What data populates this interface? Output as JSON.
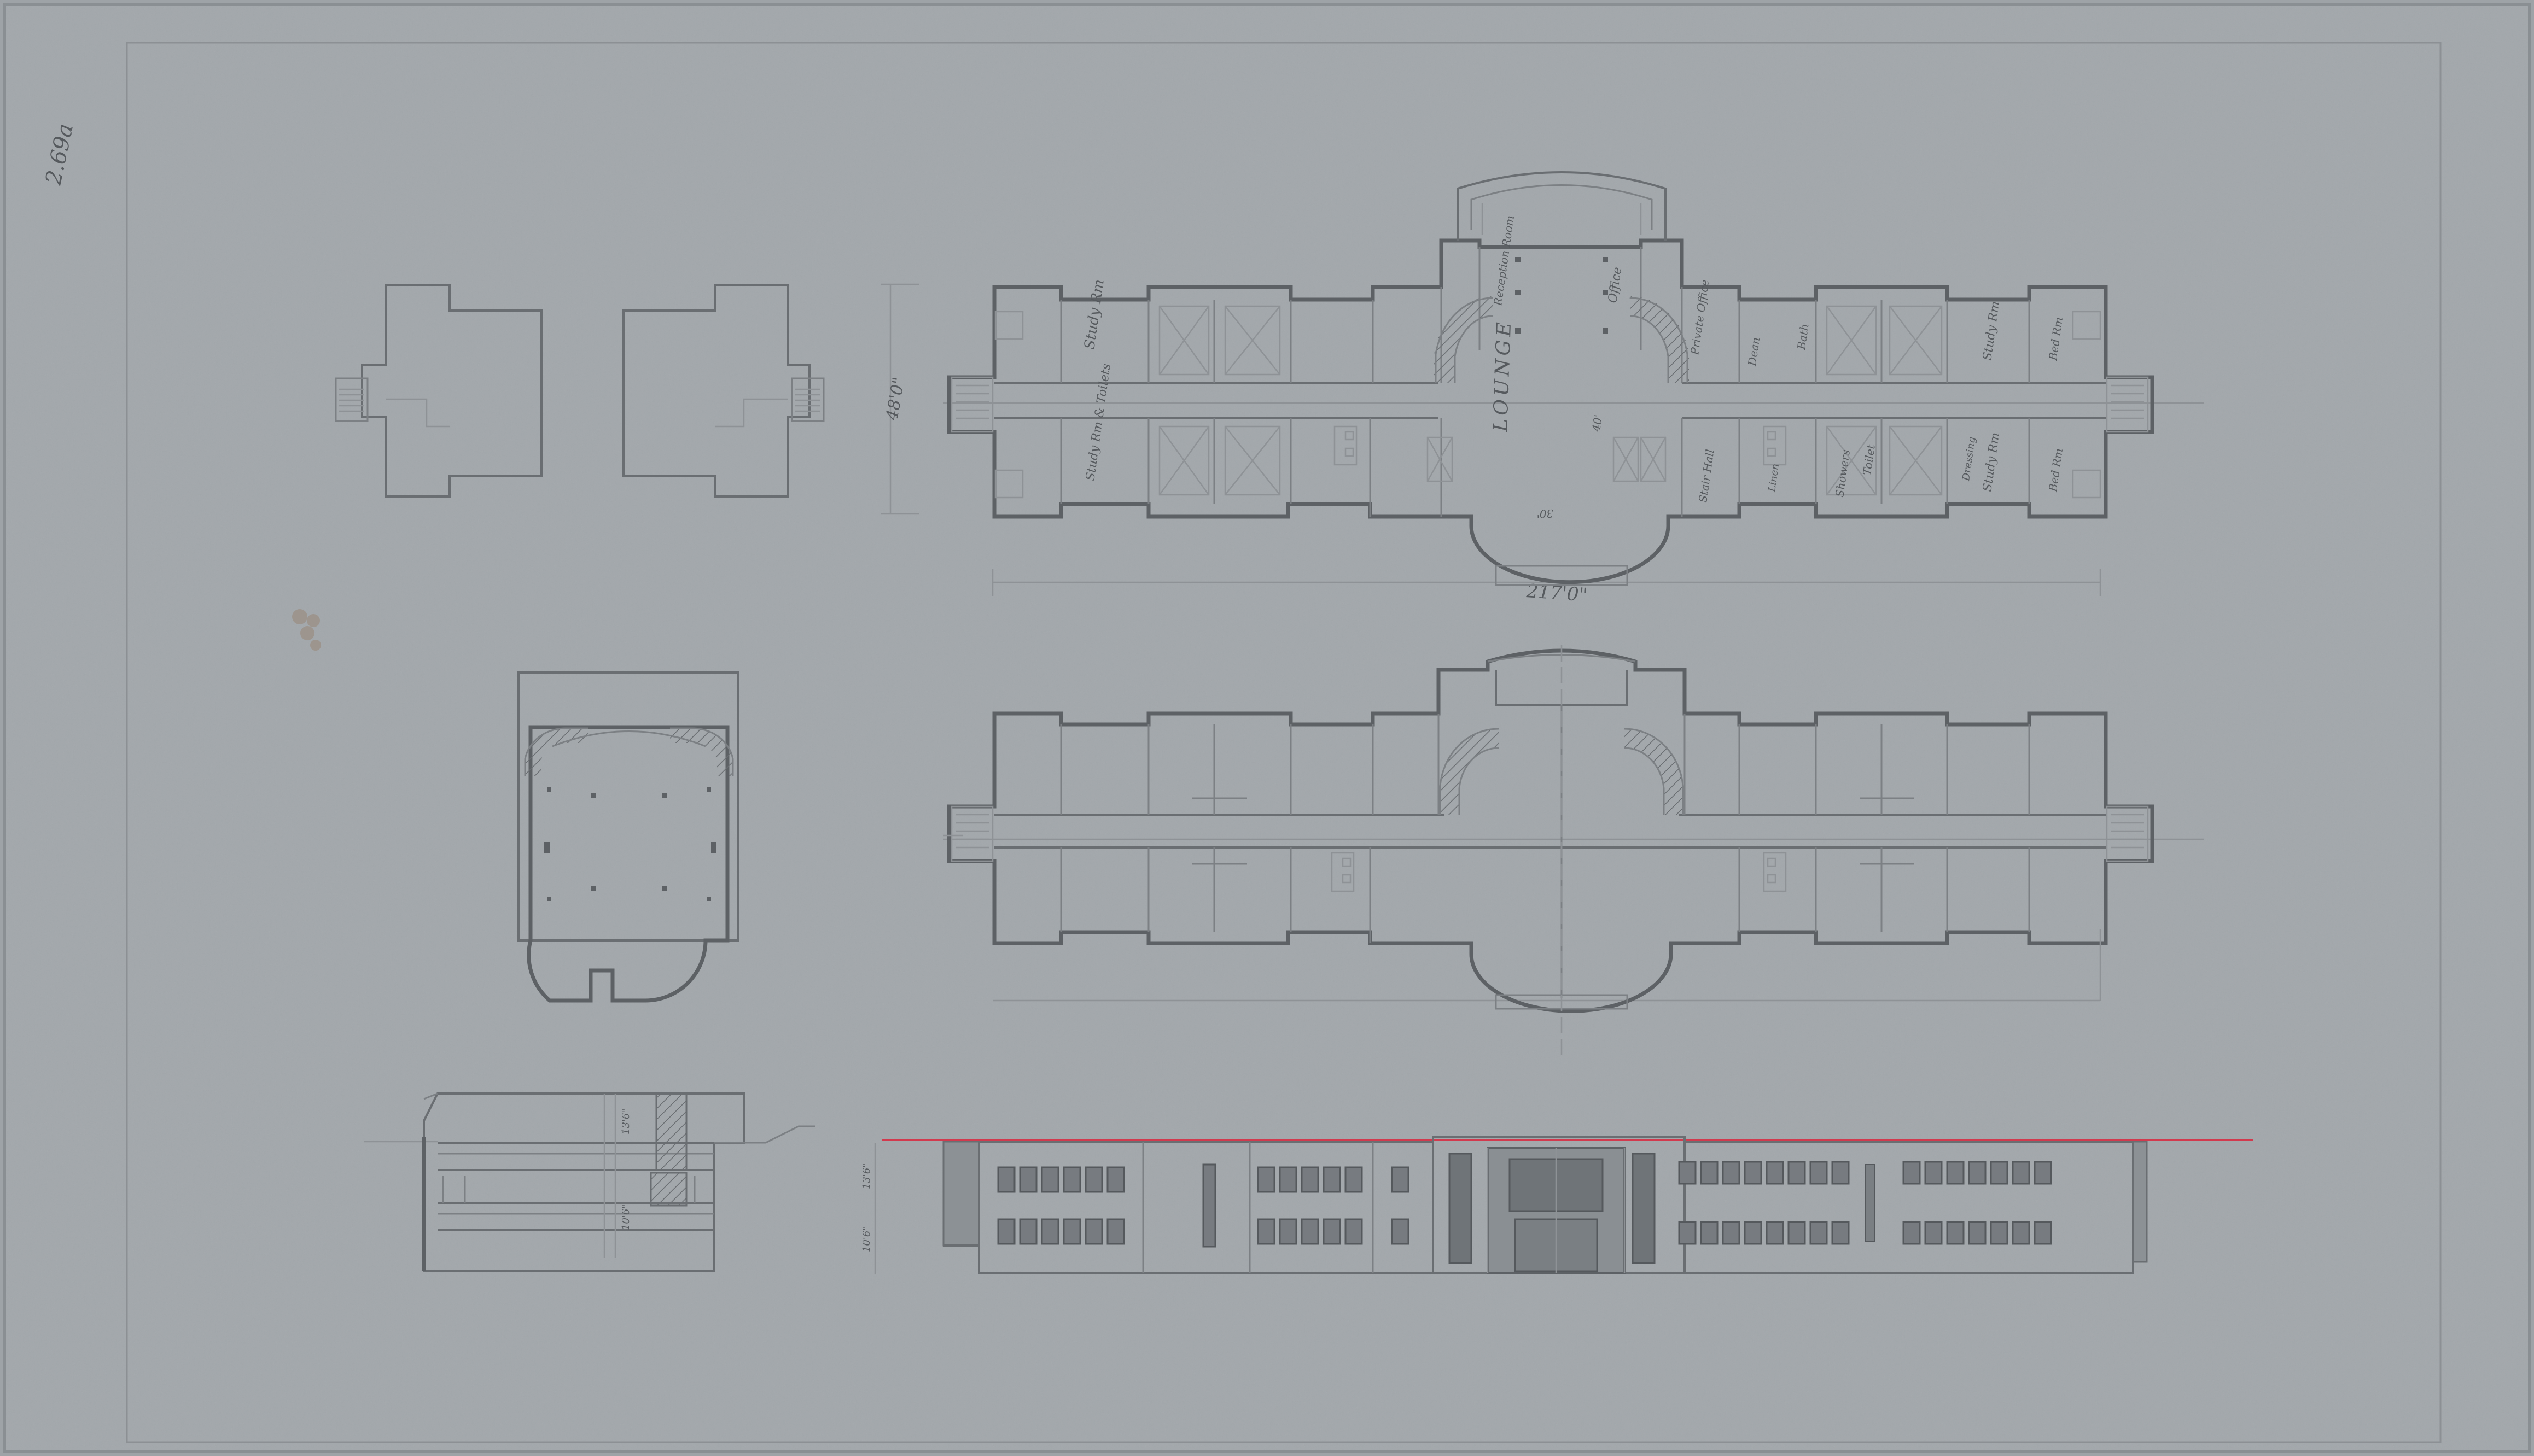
{
  "sheet": {
    "corner_note": "2.69a",
    "colors": {
      "paper": "#a2a7ab",
      "line": "#5d6165",
      "ground_line": "#d23a4e",
      "stain": "#9b8f84"
    }
  },
  "plan_first_floor": {
    "rooms": {
      "study_nw": "Study Rm",
      "study_sw": "Study Rm & Toilets",
      "lounge": "LOUNGE",
      "reception": "Reception Room",
      "office": "Office",
      "private_office": "Private Office",
      "dean": "Dean",
      "stair_hall": "Stair Hall",
      "bath": "Bath",
      "linen": "Linen",
      "showers": "Showers",
      "toilet": "Toilet",
      "study_ne": "Study Rm",
      "study_se": "Study Rm",
      "dressing": "Dressing",
      "bed_rm_n": "Bed Rm",
      "bed_rm_s": "Bed Rm"
    },
    "dimensions": {
      "overall_length": "217'0\"",
      "overall_width": "48'0\"",
      "lounge_depth": "40'",
      "bay_depth": "30'"
    }
  },
  "elevation": {
    "dims": [
      "13'6\"",
      "10'6\""
    ]
  },
  "section": {
    "dims": [
      "13'6\"",
      "10'6\""
    ]
  }
}
